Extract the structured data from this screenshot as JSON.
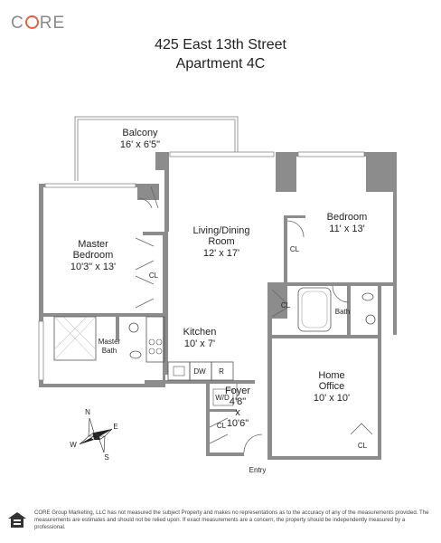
{
  "brand": {
    "logo_prefix": "C",
    "logo_suffix": "RE",
    "accent": "#e8603c"
  },
  "header": {
    "address": "425 East 13th Street",
    "unit": "Apartment 4C"
  },
  "rooms": {
    "balcony": {
      "name": "Balcony",
      "dims": "16' x 6'5\""
    },
    "master_bedroom": {
      "name_line1": "Master",
      "name_line2": "Bedroom",
      "dims": "10'3\" x 13'"
    },
    "living": {
      "name_line1": "Living/Dining",
      "name_line2": "Room",
      "dims": "12' x 17'"
    },
    "bedroom": {
      "name": "Bedroom",
      "dims": "11' x 13'"
    },
    "kitchen": {
      "name": "Kitchen",
      "dims": "10' x 7'"
    },
    "master_bath": {
      "name_line1": "Master",
      "name_line2": "Bath"
    },
    "bath": {
      "name": "Bath"
    },
    "foyer": {
      "name": "Foyer",
      "dims_line1": "4'8\"",
      "dims_line2": "x",
      "dims_line3": "10'6\""
    },
    "home_office": {
      "name_line1": "Home",
      "name_line2": "Office",
      "dims": "10' x 10'"
    },
    "entry": {
      "name": "Entry"
    }
  },
  "fixtures": {
    "closet": "CL",
    "dishwasher": "DW",
    "refrigerator": "R",
    "washer_dryer": "W/D"
  },
  "compass": {
    "n": "N",
    "s": "S",
    "e": "E",
    "w": "W"
  },
  "footer": {
    "disclaimer": "CORE Group Marketing, LLC has not measured the subject Property and makes no representations as to the accuracy of any of the measurements provided. The measurements are estimates and should not be relied upon. If exact measurements are a concern, the property should be independently measured by a professional."
  }
}
